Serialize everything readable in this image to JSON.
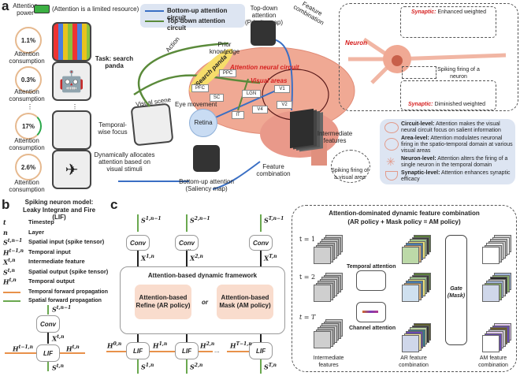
{
  "panel_a": {
    "letter": "a",
    "attention_power": "Attention power",
    "limited_resource": "(Attention is a limited resource)",
    "consumption": [
      {
        "value": "1.1%",
        "label": "Attention consumption"
      },
      {
        "value": "0.3%",
        "label": "Attention consumption"
      },
      {
        "value": "17%",
        "label": "Attention consumption"
      },
      {
        "value": "2.6%",
        "label": "Attention consumption"
      }
    ],
    "ellipsis": "⋮",
    "task": "Task: search panda",
    "temporal_focus": "Temporal-wise focus",
    "dynamic_alloc": "Dynamically allocates attention based on visual stimuli",
    "visual_scene": "Visual scene",
    "legend": {
      "bottom_up": "Bottom-up attention circuit",
      "top_down": "Top-down attention circuit",
      "bottom_up_color": "#3a6fc4",
      "top_down_color": "#5a8a3a"
    },
    "top_down_map": "Top-down attention (Priority map)",
    "action": "Action",
    "search_panda": "\"Search panda\"",
    "prior_knowledge": "Prior knowledge",
    "attention_circuit": "Attention neural circuit",
    "visual_areas": "Visual areas",
    "regions": [
      "PPC",
      "PFC",
      "SC",
      "LGN",
      "V1",
      "V2",
      "V4",
      "IT"
    ],
    "eye_movement": "Eye movement",
    "retina": "Retina",
    "feature_combination_top": "Feature combination",
    "intermediate_features": "Intermediate features",
    "spiking_visual_area": "Spiking firing of a visual area",
    "feature_combination": "Feature combination",
    "bottom_up_map": "Bottom-up attention (Saliency map)",
    "neuron": "Neuron",
    "synaptic_enhanced": {
      "tag": "Synaptic:",
      "text": "Enhanced weighted"
    },
    "spiking_neuron": "Spiking firing of a neuron",
    "synaptic_diminished": {
      "tag": "Synaptic:",
      "text": "Diminished weighted"
    },
    "levels": [
      {
        "title": "Circuit-level:",
        "text": "Attention makes the visual neural circuit focus on salient information"
      },
      {
        "title": "Area-level:",
        "text": "Attention modulates neuronal firing in the spatio-temporal domain at various visual areas"
      },
      {
        "title": "Neuron-level:",
        "text": "Attention alters the firing of a single neuron in the temporal domain"
      },
      {
        "title": "Synaptic-level:",
        "text": "Attention enhances synaptic efficacy"
      }
    ]
  },
  "panel_b": {
    "letter": "b",
    "title1": "Spiking neuron model:",
    "title2": "Leaky Integrate and Fire (LIF)",
    "symbols": [
      {
        "sym": "t",
        "desc": "Timestep"
      },
      {
        "sym": "n",
        "desc": "Layer"
      },
      {
        "sym": "S^{t,n−1}",
        "desc": "Spatial input (spike tensor)"
      },
      {
        "sym": "H^{t−1,n}",
        "desc": "Temporal input"
      },
      {
        "sym": "X^{t,n}",
        "desc": "Intermediate feature"
      },
      {
        "sym": "S^{t,n}",
        "desc": "Spatial output (spike tensor)"
      },
      {
        "sym": "H^{t,n}",
        "desc": "Temporal output"
      }
    ],
    "temporal_prop": "Temporal forward propagation",
    "spatial_prop": "Spatial forward propagation",
    "temporal_color": "#e8914a",
    "spatial_color": "#6aa84f",
    "diagram": {
      "s_in": "S^{t,n−1}",
      "conv": "Conv",
      "x": "X^{t,n}",
      "h_in": "H^{t−1,n}",
      "lif": "LIF",
      "h_out": "H^{t,n}",
      "s_out": "S^{t,n}"
    }
  },
  "panel_c": {
    "letter": "c",
    "inputs": [
      "S^{1,n−1}",
      "S^{2,n−1}",
      "S^{T,n−1}"
    ],
    "conv": "Conv",
    "xs": [
      "X^{1,n}",
      "X^{2,n}",
      "X^{T,n}"
    ],
    "dots": "...",
    "framework": "Attention-based dynamic framework",
    "ar_policy": "Attention-based Refine (AR policy)",
    "or": "or",
    "am_policy": "Attention-based Mask (AM policy)",
    "hs": [
      "H^{0,n}",
      "H^{1,n}",
      "H^{2,n}",
      "H^{T−1,n}"
    ],
    "lif": "LIF",
    "outs": [
      "S^{1,n}",
      "S^{2,n}",
      "S^{T,n}"
    ],
    "box_title1": "Attention-dominated dynamic feature combination",
    "box_title2": "(AR policy + Mask policy = AM policy)",
    "timesteps": [
      "t = 1",
      "t = 2",
      "t = T"
    ],
    "temporal_attention": "Temporal attention",
    "channel_attention": "Channel attention",
    "gate": "Gate (Mask)",
    "intermediate": "Intermediate features",
    "ar_combination": "AR feature combination",
    "am_combination": "AM feature combination"
  }
}
